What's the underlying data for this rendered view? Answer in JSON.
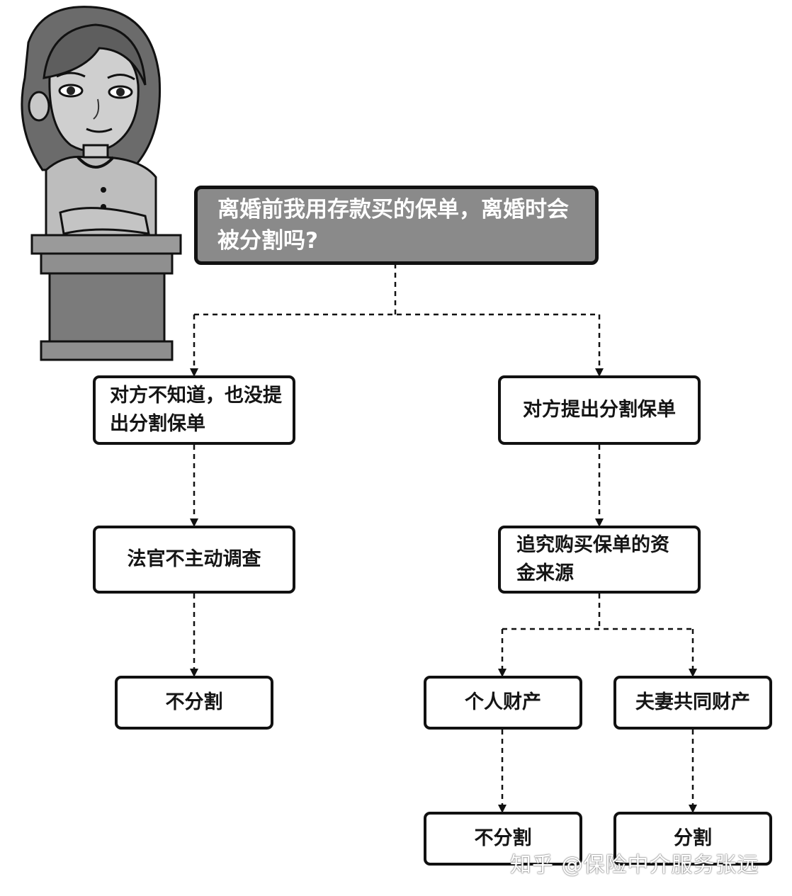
{
  "question": "离婚前我用存款买的保单，离婚时会被分割吗?",
  "nodes": {
    "left_branch": "对方不知道，也没提出分割保单",
    "left_step": "法官不主动调查",
    "left_result": "不分割",
    "right_branch": "对方提出分割保单",
    "right_step": "追究购买保单的资金来源",
    "personal_property": "个人财产",
    "joint_property": "夫妻共同财产",
    "personal_result": "不分割",
    "joint_result": "分割"
  },
  "watermark": "知乎 @保险中介服务张远",
  "colors": {
    "question_fill": "#8a8a8a",
    "border": "#111111",
    "text": "#151515",
    "figure_gray": "#7b7b7b"
  }
}
